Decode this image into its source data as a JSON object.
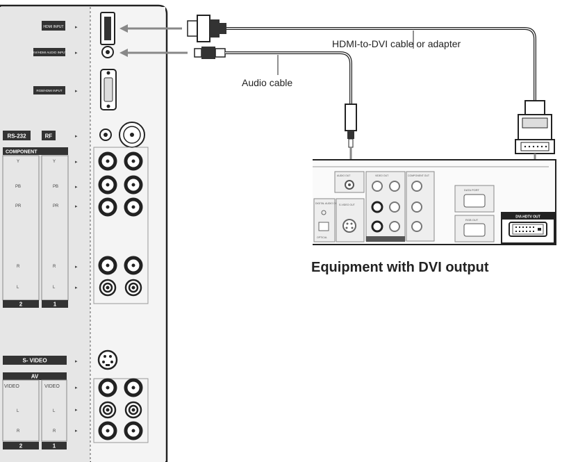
{
  "panel": {
    "hdmi_label": "HDMI INPUT",
    "dvi_audio_label": "DVI/HDMI AUDIO INPUT",
    "vga_label": "RGB/HDMI INPUT",
    "rs232_label": "RS-232",
    "rf_label": "RF",
    "component_label": "COMPONENT",
    "comp_y": "Y",
    "comp_pb": "PB",
    "comp_pr": "PR",
    "comp_r": "R",
    "comp_l": "L",
    "input_2": "2",
    "input_1": "1",
    "svideo_label": "S- VIDEO",
    "av_label": "AV",
    "av_video": "VIDEO",
    "av_l": "L",
    "av_r": "R"
  },
  "labels": {
    "hdmi_cable": "HDMI-to-DVI cable or adapter",
    "audio_cable": "Audio cable",
    "equipment": "Equipment with DVI output"
  },
  "device": {
    "audio_out": "AUDIO OUT",
    "digital_audio_out": "DIGITAL AUDIO OUT",
    "optical": "OPTICAL",
    "svideo_out": "S-VIDEO OUT",
    "video_out": "VIDEO OUT",
    "component_out": "COMPONENT OUT",
    "data_port": "DATA PORT",
    "rgb_out": "RGB OUT",
    "dvi_out": "DVI-HDTV OUT"
  }
}
